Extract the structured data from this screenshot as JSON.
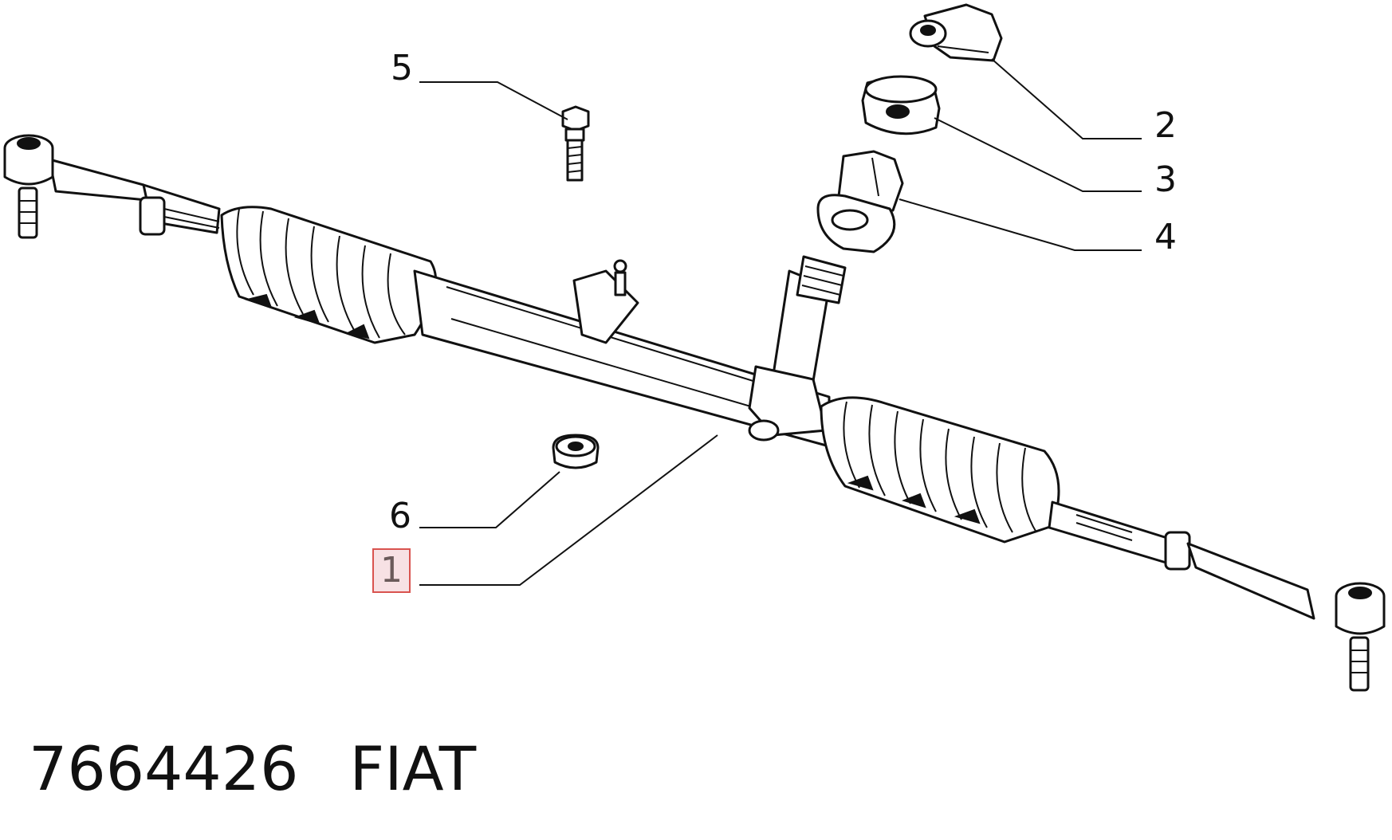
{
  "callouts": {
    "c1": "1",
    "c2": "2",
    "c3": "3",
    "c4": "4",
    "c5": "5",
    "c6": "6"
  },
  "footer": {
    "part_number": "7664426",
    "brand": "FIAT"
  },
  "selection": {
    "highlighted_callout": "1",
    "highlight_color": "#d9534f"
  }
}
